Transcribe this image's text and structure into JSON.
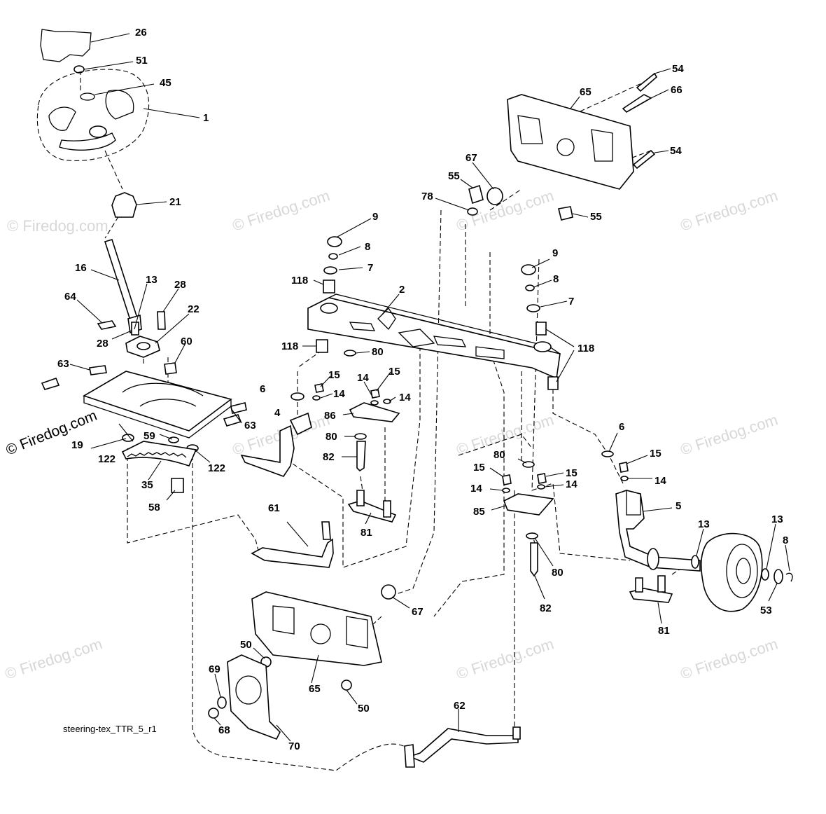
{
  "diagram": {
    "id_label": "steering-tex_TTR_5_r1"
  },
  "watermark": {
    "text": "© Firedog.com"
  },
  "callouts": [
    "26",
    "51",
    "45",
    "1",
    "21",
    "16",
    "64",
    "13",
    "28",
    "28",
    "22",
    "60",
    "63",
    "63",
    "6",
    "4",
    "19",
    "59",
    "122",
    "122",
    "35",
    "58",
    "61",
    "9",
    "8",
    "7",
    "118",
    "2",
    "118",
    "80",
    "15",
    "14",
    "15",
    "14",
    "14",
    "86",
    "80",
    "82",
    "81",
    "78",
    "55",
    "67",
    "65",
    "54",
    "66",
    "54",
    "55",
    "9",
    "8",
    "7",
    "118",
    "6",
    "15",
    "14",
    "5",
    "80",
    "15",
    "14",
    "15",
    "14",
    "85",
    "80",
    "82",
    "13",
    "13",
    "8",
    "53",
    "81",
    "67",
    "65",
    "50",
    "50",
    "69",
    "68",
    "70",
    "62"
  ]
}
